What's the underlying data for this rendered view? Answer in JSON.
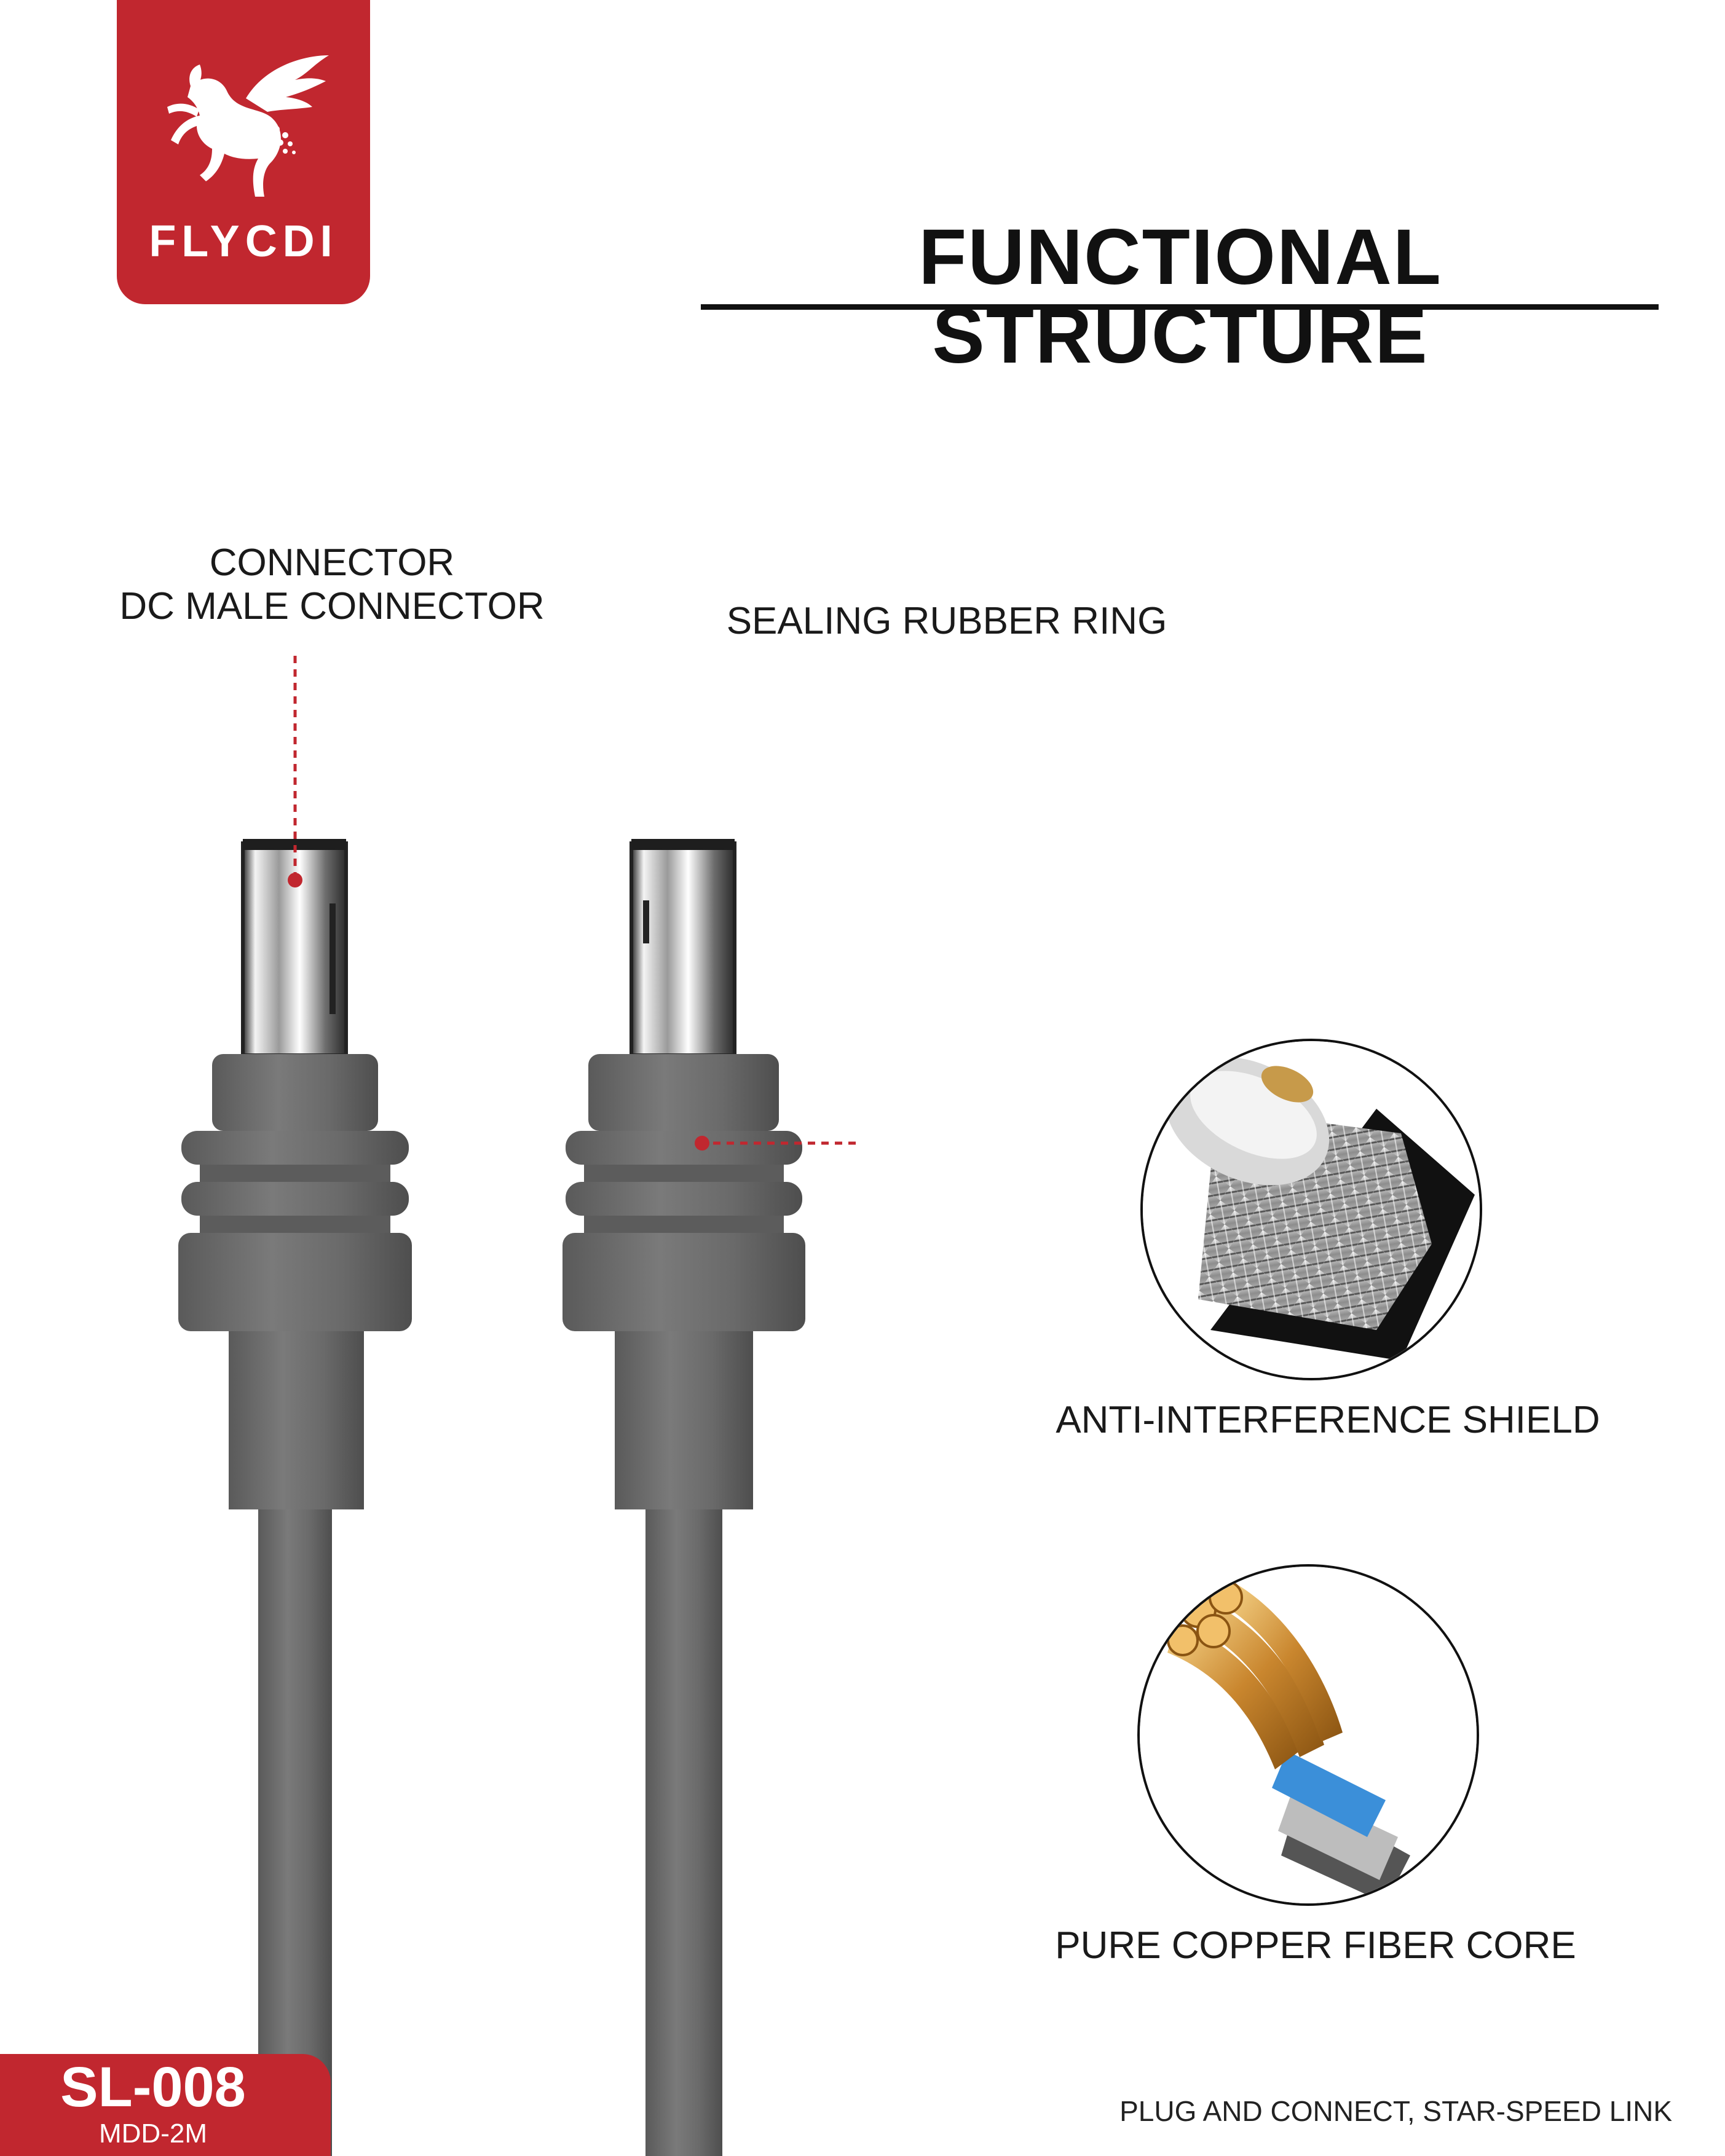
{
  "brand": {
    "name": "FLYCDI",
    "color": "#c1272f"
  },
  "header": {
    "title": "FUNCTIONAL STRUCTURE"
  },
  "callouts": {
    "connector": {
      "line1": "CONNECTOR",
      "line2": "DC MALE CONNECTOR"
    },
    "ring": {
      "label": "SEALING RUBBER RING"
    },
    "shield": {
      "label": "ANTI-INTERFERENCE SHIELD"
    },
    "core": {
      "label": "PURE COPPER FIBER CORE"
    }
  },
  "footer": {
    "model": "SL-008",
    "sub": "MDD-2M",
    "tagline": "PLUG AND CONNECT, STAR-SPEED LINK"
  },
  "colors": {
    "accent": "#c1272f",
    "cable_gray": "#6e6e6e",
    "leader": "#c1272f"
  },
  "icons": [
    "pegasus-logo-icon",
    "dc-plug-illustration",
    "shield-braid-illustration",
    "copper-core-illustration"
  ]
}
